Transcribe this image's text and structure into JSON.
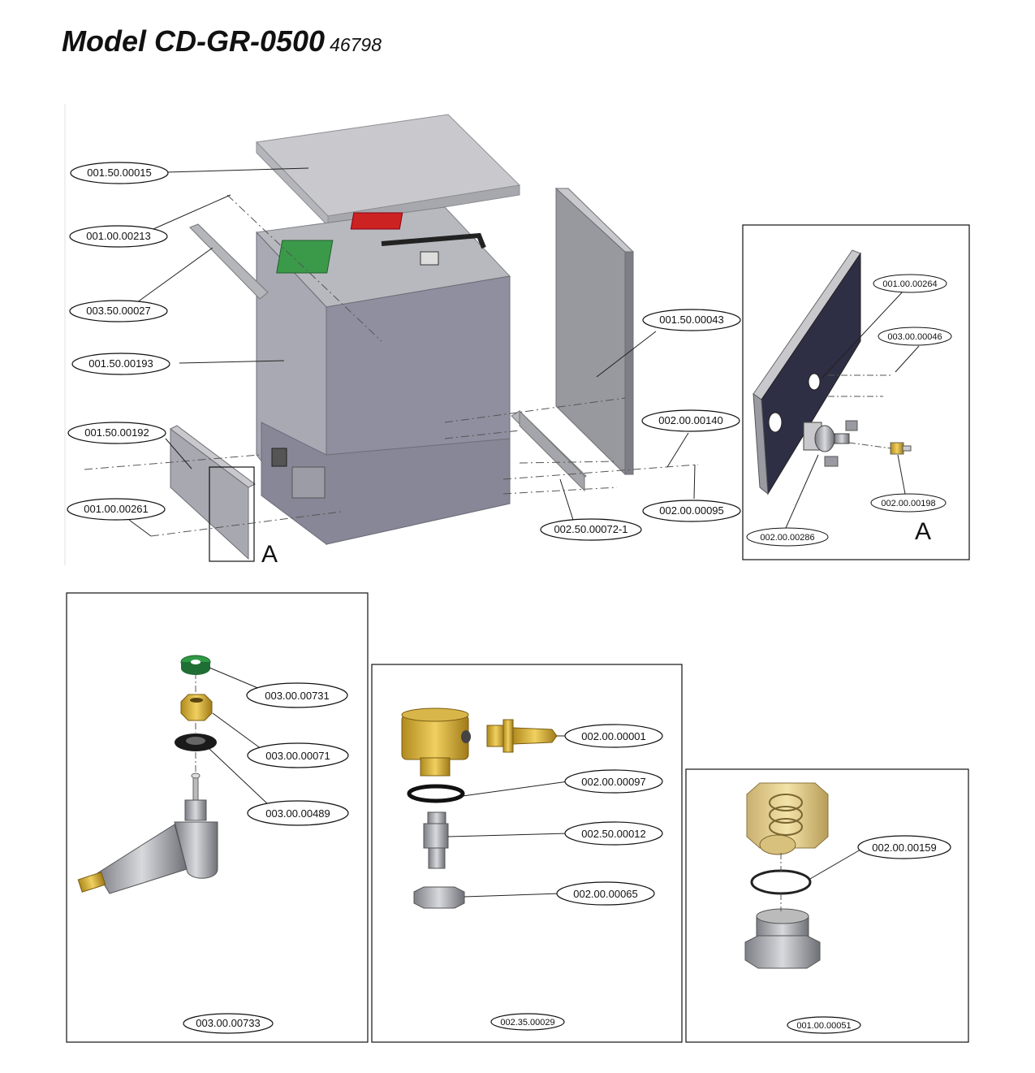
{
  "header": {
    "model": "Model CD-GR-0500",
    "number": "46798"
  },
  "main_assembly": {
    "labels": {
      "top_cover": "001.50.00015",
      "screw_top": "001.00.00213",
      "side_rail": "003.50.00027",
      "front_panel": "001.50.00193",
      "lower_panel": "001.50.00192",
      "screw_bottom": "001.00.00261",
      "side_panel": "001.50.00043",
      "bolt_a": "002.00.00140",
      "bolt_b": "002.00.00095",
      "bracket": "002.50.00072-1"
    },
    "detail_marker": "A"
  },
  "detail_a": {
    "marker": "A",
    "labels": {
      "screw": "001.00.00264",
      "nut": "003.00.00046",
      "fitting": "002.00.00198",
      "valve": "002.00.00286"
    }
  },
  "assembly_00733": {
    "id": "003.00.00733",
    "labels": {
      "washer_green": "003.00.00731",
      "nut_brass": "003.00.00071",
      "gasket": "003.00.00489"
    }
  },
  "assembly_00029": {
    "id": "002.35.00029",
    "labels": {
      "nipple": "002.00.00001",
      "oring": "002.00.00097",
      "connector": "002.50.00012",
      "nut": "002.00.00065"
    }
  },
  "assembly_00051": {
    "id": "001.00.00051",
    "labels": {
      "ring": "002.00.00159"
    }
  }
}
